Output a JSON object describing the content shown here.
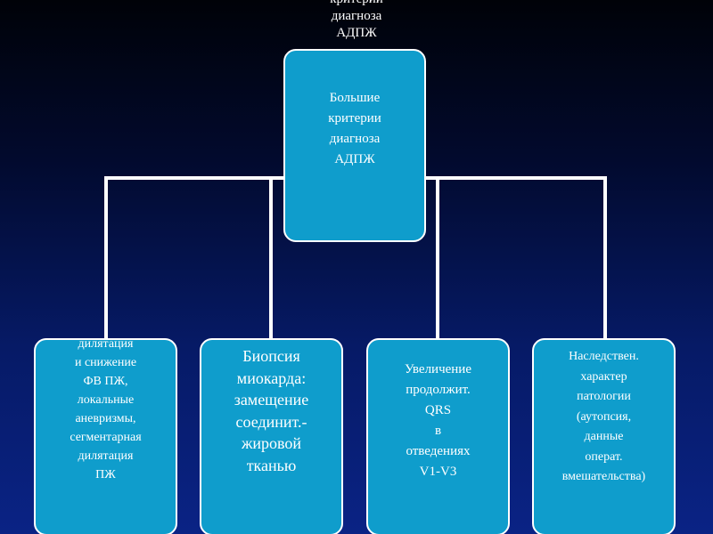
{
  "title_overflow": "критерии\nдиагноза\nАДПЖ",
  "main_box": "Большие\nкритерии\nдиагноза\nАДПЖ",
  "children": [
    "дилятация\nи снижение\nФВ ПЖ,\nлокальные\nаневризмы,\nсегментарная\nдилятация\nПЖ",
    "Биопсия\nмиокарда:\nзамещение\nсоединит.-\nжировой\nтканью",
    "Увеличение\nпродолжит.\nQRS\nв\nотведениях\nV1-V3",
    "Наследствен.\nхарактер\nпатологии\n(аутопсия,\nданные\nоперат.\nвмешательства)"
  ],
  "colors": {
    "box_fill": "#0f9dcc",
    "box_border": "#ffffff",
    "connector": "#ffffff",
    "background_top": "#000208",
    "background_bottom": "#0a2385"
  }
}
